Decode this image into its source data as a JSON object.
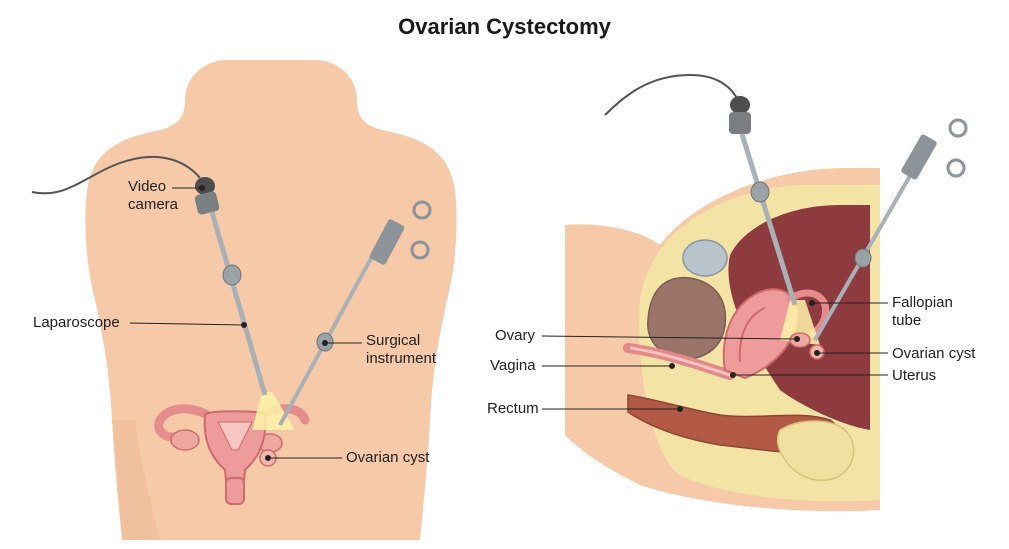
{
  "title": "Ovarian Cystectomy",
  "left_panel": {
    "labels": {
      "video_camera_line1": "Video",
      "video_camera_line2": "camera",
      "laparoscope": "Laparoscope",
      "surgical_instrument_line1": "Surgical",
      "surgical_instrument_line2": "instrument",
      "ovarian_cyst": "Ovarian cyst"
    }
  },
  "right_panel": {
    "labels": {
      "fallopian_tube_line1": "Fallopian",
      "fallopian_tube_line2": "tube",
      "ovary": "Ovary",
      "vagina": "Vagina",
      "rectum": "Rectum",
      "ovarian_cyst": "Ovarian cyst",
      "uterus": "Uterus"
    }
  },
  "colors": {
    "skin": "#f6c9a8",
    "skin_dark": "#e9b08c",
    "uterus": "#ee9b9b",
    "uterus_dark": "#cf6b6b",
    "cavity": "#8e3b40",
    "bladder": "#b9c4cc",
    "rectum": "#b25a45",
    "fat": "#f3e4a6",
    "light": "#fff3a8",
    "instrument": "#a9b0b6"
  }
}
